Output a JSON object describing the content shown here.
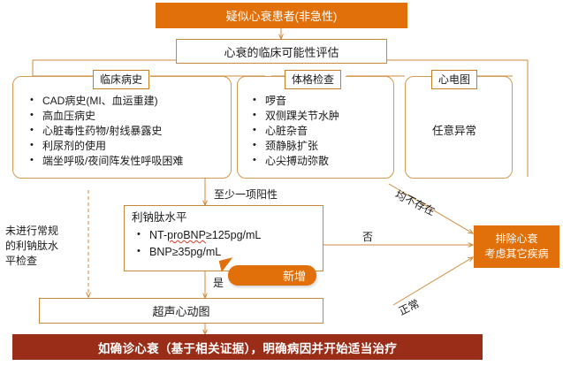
{
  "flow": {
    "title_bar": "疑似心衰患者(非急性)",
    "assessment_box": "心衰的临床可能性评估",
    "panels": [
      {
        "key": "history",
        "title": "临床病史",
        "items": [
          "CAD病史(MI、血运重建)",
          "高血压病史",
          "心脏毒性药物/射线暴露史",
          "利尿剂的使用",
          "端坐呼吸/夜间阵发性呼吸困难"
        ]
      },
      {
        "key": "exam",
        "title": "体格检查",
        "items": [
          "啰音",
          "双侧踝关节水肿",
          "心脏杂音",
          "颈静脉扩张",
          "心尖搏动弥散"
        ]
      },
      {
        "key": "ecg",
        "title": "心电图",
        "items": [],
        "body": "任意异常"
      }
    ],
    "np_box": {
      "head": "利钠肽水平",
      "items": [
        {
          "pre": "NT-",
          "underlined": "proBNP",
          "post": "≥125pg/mL"
        },
        {
          "pre": "BNP≥35pg/mL",
          "underlined": "",
          "post": ""
        }
      ],
      "item_plain": [
        "NT-proBNP≥125pg/mL",
        "BNP≥35pg/mL"
      ]
    },
    "echo_box": "超声心动图",
    "result_bar": "如确诊心衰（基于相关证据），明确病因并开始适当治疗",
    "exclude_box_line1": "排除心衰",
    "exclude_box_line2": "考虑其它疾病",
    "callout": "新增",
    "side_note": "未进行常规\n的利钠肽水\n平检查",
    "side_note_lines": [
      "未进行常规",
      "的利钠肽水",
      "平检查"
    ],
    "labels": {
      "at_least_one_positive": "至少一项阳性",
      "yes": "是",
      "no": "否",
      "none_present": "均不存在",
      "normal": "正常"
    }
  },
  "colors": {
    "orange": "#E2700A",
    "dark_red": "#9A2D18",
    "border_tan": "#C88A3A",
    "panel_border": "#D39B52",
    "line": "#D08A3C",
    "text": "#1a1a1a"
  }
}
